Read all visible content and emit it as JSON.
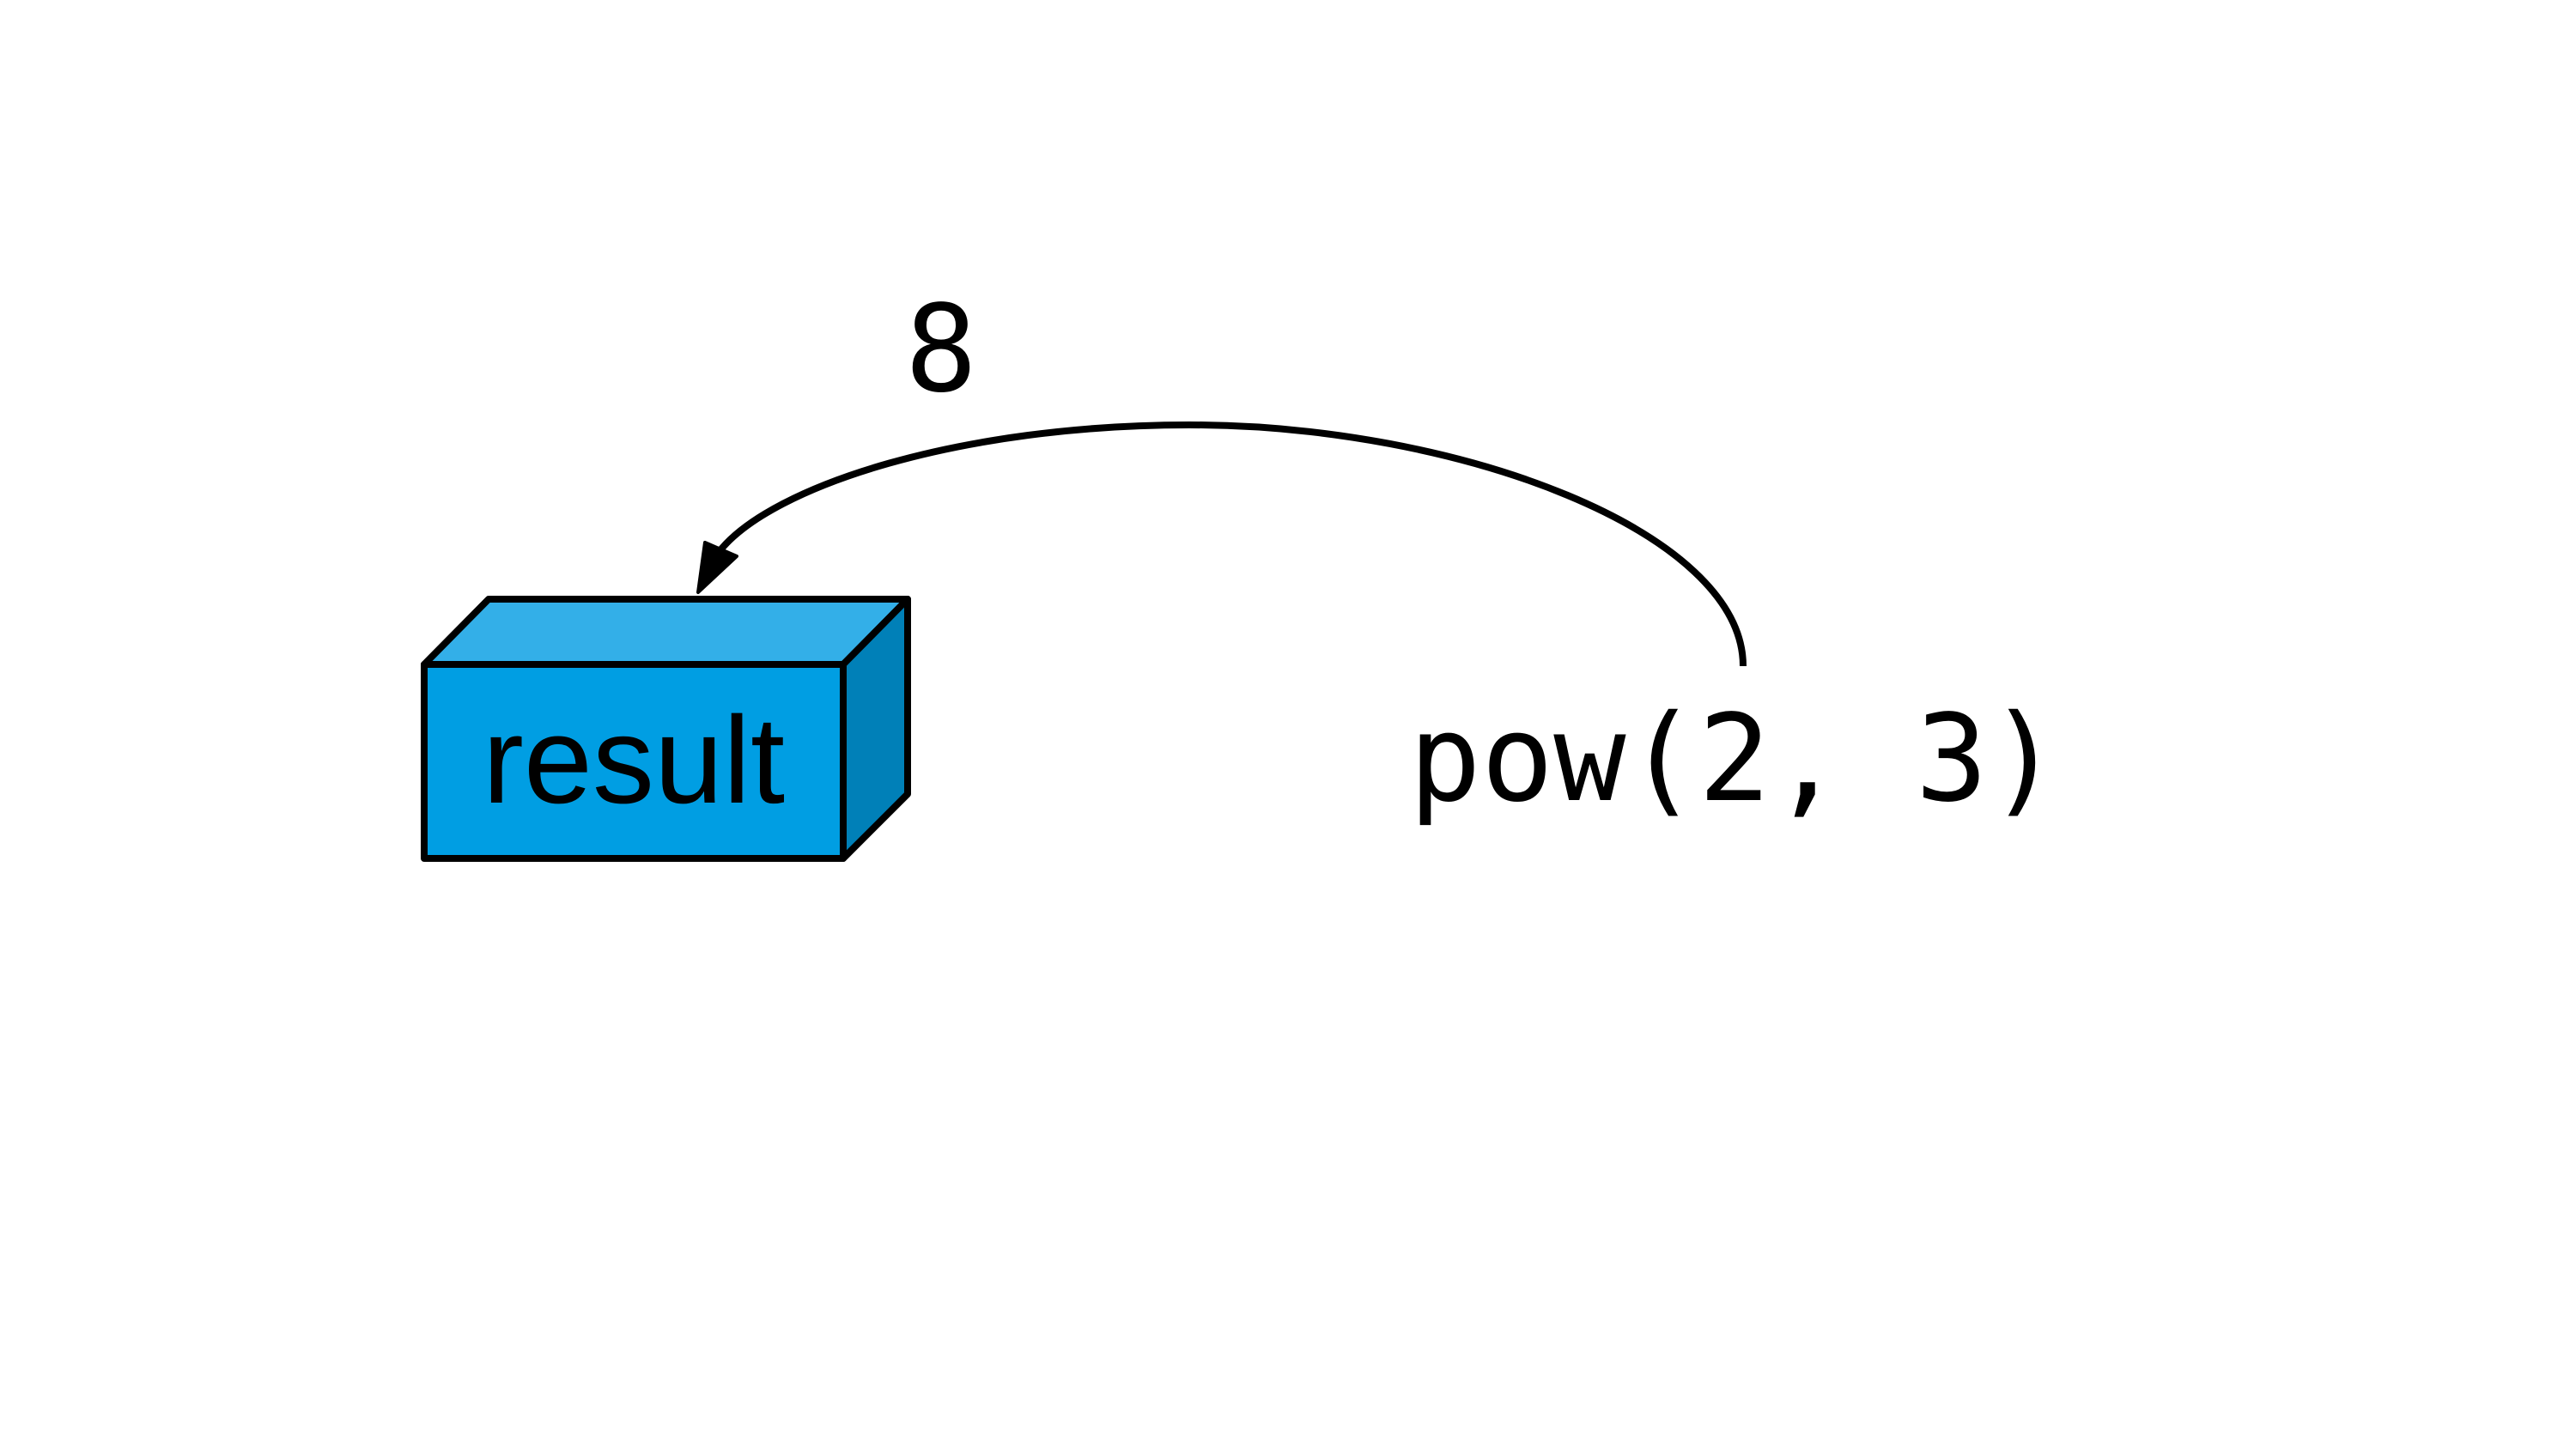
{
  "variable": {
    "name": "result"
  },
  "expression": {
    "text": "pow(2, 3)"
  },
  "returned_value": {
    "text": "8"
  },
  "colors": {
    "box_front": "#009EE3",
    "box_top": "#33AFE8",
    "box_side": "#0080B8",
    "stroke": "#000000"
  }
}
